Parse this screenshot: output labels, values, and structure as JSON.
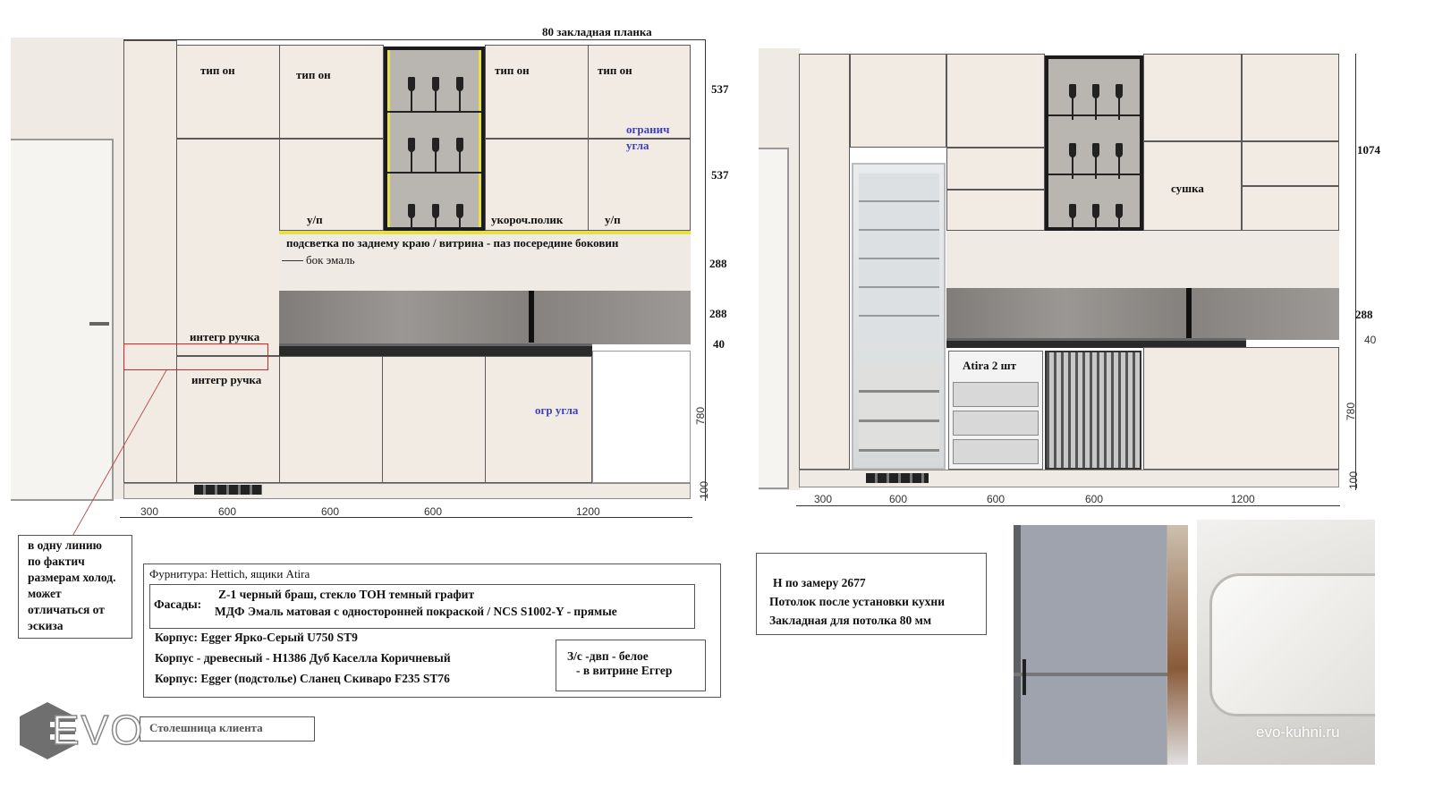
{
  "left_elevation": {
    "top_note": "80 закладная планка",
    "upper_labels": [
      "тип он",
      "тип он",
      "тип он",
      "тип он"
    ],
    "lower_labels": [
      "у/п",
      "укороч.полик",
      "у/п"
    ],
    "corner_limit_top": "огранич угла",
    "lighting_note": "подсветка по заднему краю  / витрина - паз посередине боковин",
    "side_note": "бок эмаль",
    "handle_label_1": "интегр ручка",
    "handle_label_2": "интегр ручка",
    "corner_limit_base": "огр угла",
    "width_dims": [
      "300",
      "600",
      "600",
      "600",
      "1200"
    ],
    "height_dims": [
      "537",
      "537",
      "288",
      "288",
      "40",
      "780",
      "100"
    ]
  },
  "right_elevation": {
    "drawers_label": "Atira 2 шт",
    "dryer_label": "сушка",
    "width_dims": [
      "300",
      "600",
      "600",
      "600",
      "1200"
    ],
    "height_dims": [
      "1074",
      "288",
      "40",
      "780",
      "100"
    ]
  },
  "fridge_note": [
    "в одну линию",
    "по фактич",
    "размерам холод.",
    "может",
    "отличаться от",
    "эскиза"
  ],
  "spec": {
    "hardware": "Фурнитура: Hettich, ящики Atira",
    "facades_label": "Фасады:",
    "facades_lines": [
      "Z-1 черный браш, стекло ТОН темный графит",
      "МДФ Эмаль матовая с односторонней покраской / NCS S1002-Y - прямые"
    ],
    "body_lines": [
      "Корпус: Egger Ярко-Серый U750 ST9",
      "Корпус - древесный -  H1386 Дуб Каселла Коричневый",
      "Корпус: Egger (подстолье) Сланец Скиваро F235 ST76"
    ],
    "back_panel": [
      "З/с -двп - белое",
      "- в витрине Еггер"
    ]
  },
  "ceiling_note": [
    "Н по замеру 2677",
    "Потолок после установки кухни",
    "Закладная для потолка 80 мм"
  ],
  "countertop_note": "Столешница клиента",
  "logo": "EVO",
  "watermark": "evo-kuhni.ru"
}
